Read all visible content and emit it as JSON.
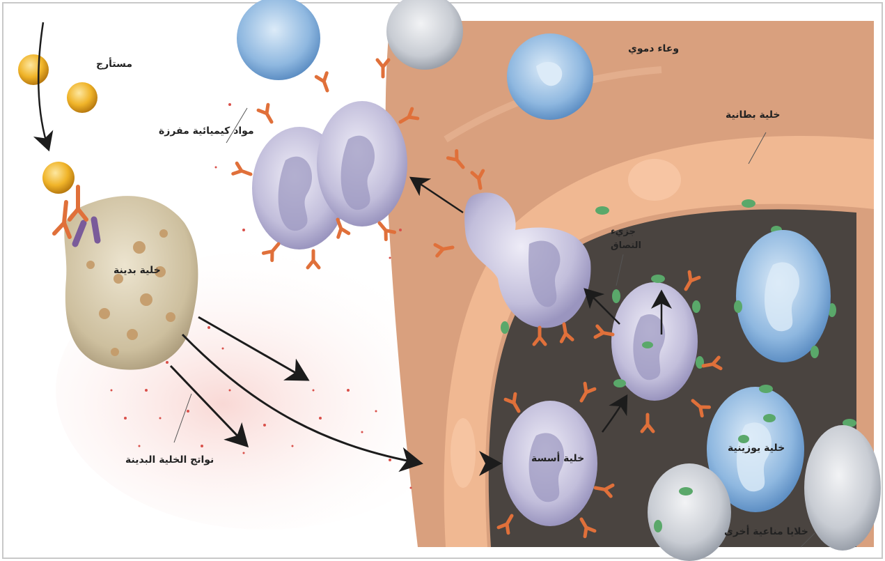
{
  "labels": {
    "antigen": "مستأرج",
    "secreted_chemicals": "مواد كيميائية مفرزة",
    "blood_vessel": "وعاء دموي",
    "endothelial_cell": "خلية بطانية",
    "adhesion_molecule_line1": "جزيء",
    "adhesion_molecule_line2": "التصاق",
    "fat_cell": "خلية بدينة",
    "fat_cell_products": "نواتج الخلية البدينة",
    "basophil": "خلية أسسة",
    "eosinophil": "خلية يوزينية",
    "other_immune_cells": "خلايا مناعية أخرى"
  },
  "colors": {
    "vessel_wall": "#d9a07e",
    "vessel_lumen": "#4a4440",
    "endothelium": "#f0b892",
    "receptor": "#e0703a",
    "antigen": "#f0b429",
    "adhesion": "#5aa86a",
    "basophil_cell": "#c9c6e0",
    "eosinophil_cell": "#8fb8e0",
    "mast_cell": "#cdbf9e",
    "granule_dots": "#d9504a"
  },
  "icons": {
    "antigen": "antigen-ball-icon",
    "receptor": "y-shaped-receptor-icon",
    "arrow": "arrow-icon"
  }
}
